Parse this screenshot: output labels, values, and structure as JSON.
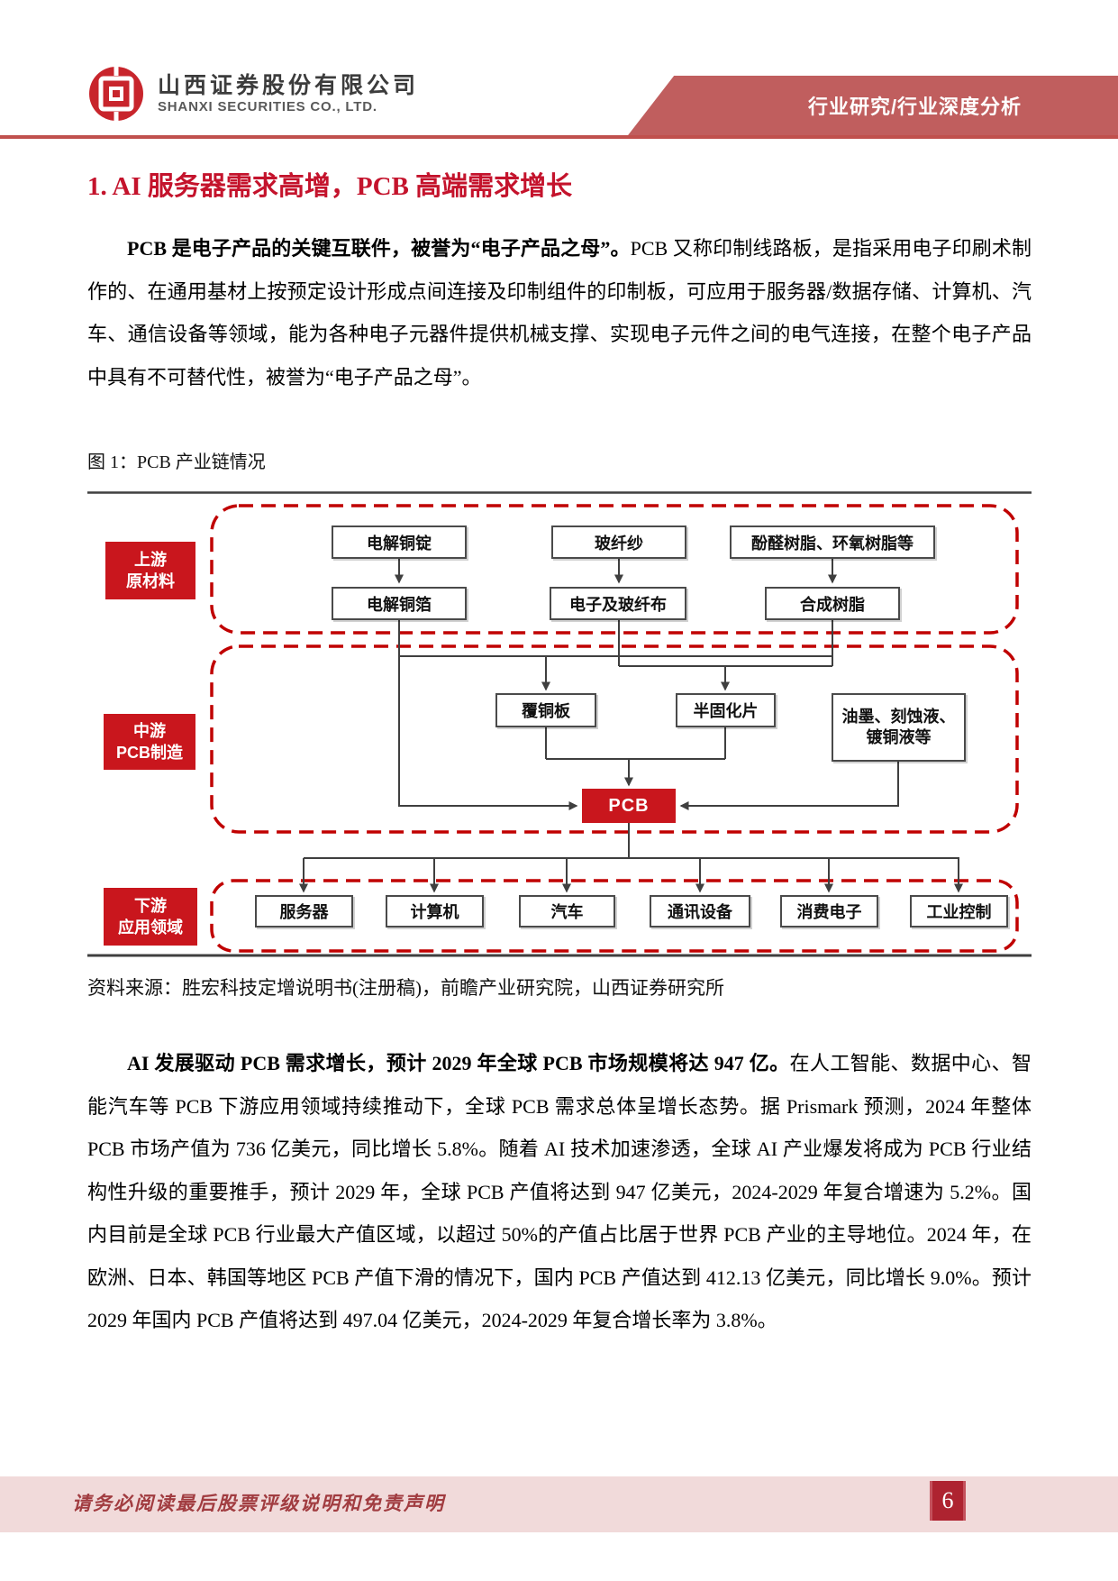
{
  "header": {
    "company_cn": "山西证券股份有限公司",
    "company_en": "SHANXI SECURITIES CO., LTD.",
    "banner": "行业研究/行业深度分析",
    "logo_icon": "shanxi-securities-emblem"
  },
  "section": {
    "title": "1. AI 服务器需求高增，PCB 高端需求增长"
  },
  "paragraph1": {
    "lead": "PCB 是电子产品的关键互联件，被誉为“电子产品之母”。",
    "rest": "PCB 又称印制线路板，是指采用电子印刷术制作的、在通用基材上按预定设计形成点间连接及印制组件的印制板，可应用于服务器/数据存储、计算机、汽车、通信设备等领域，能为各种电子元器件提供机械支撑、实现电子元件之间的电气连接，在整个电子产品中具有不可替代性，被誉为“电子产品之母”。"
  },
  "figure": {
    "caption": "图 1：PCB 产业链情况",
    "source": "资料来源：胜宏科技定增说明书(注册稿)，前瞻产业研究院，山西证券研究所",
    "stages": {
      "upstream_line1": "上游",
      "upstream_line2": "原材料",
      "midstream_line1": "中游",
      "midstream_line2": "PCB制造",
      "downstream_line1": "下游",
      "downstream_line2": "应用领域"
    },
    "nodes": {
      "copper_ingot": "电解铜锭",
      "glass_yarn": "玻纤纱",
      "phenolic_resin": "酚醛树脂、环氧树脂等",
      "copper_foil": "电解铜箔",
      "glass_cloth": "电子及玻纤布",
      "synthetic_resin": "合成树脂",
      "ccl": "覆铜板",
      "prepreg": "半固化片",
      "ink_line1": "油墨、刻蚀液、",
      "ink_line2": "镀铜液等",
      "pcb": "PCB",
      "server": "服务器",
      "computer": "计算机",
      "automobile": "汽车",
      "telecom": "通讯设备",
      "consumer_electronics": "消费电子",
      "industrial_control": "工业控制"
    }
  },
  "paragraph2": {
    "lead": "AI 发展驱动 PCB 需求增长，预计 2029 年全球 PCB 市场规模将达 947 亿。",
    "rest": "在人工智能、数据中心、智能汽车等 PCB 下游应用领域持续推动下，全球 PCB 需求总体呈增长态势。据 Prismark 预测，2024 年整体 PCB 市场产值为 736 亿美元，同比增长 5.8%。随着 AI 技术加速渗透，全球 AI 产业爆发将成为 PCB 行业结构性升级的重要推手，预计 2029 年，全球 PCB 产值将达到 947 亿美元，2024-2029 年复合增速为 5.2%。国内目前是全球 PCB 行业最大产值区域，以超过 50%的产值占比居于世界 PCB 产业的主导地位。2024 年，在欧洲、日本、韩国等地区 PCB 产值下滑的情况下，国内 PCB 产值达到 412.13 亿美元，同比增长 9.0%。预计 2029 年国内 PCB 产值将达到 497.04 亿美元，2024-2029 年复合增长率为 3.8%。"
  },
  "footer": {
    "disclaimer": "请务必阅读最后股票评级说明和免责声明",
    "page_number": "6"
  },
  "colors": {
    "accent_red": "#C9161D",
    "dashed_border_red": "#C00000",
    "banner_red": "#C05E5E",
    "header_rule_red": "#C0504D",
    "title_red": "#C4132C",
    "footer_background": "#F1DADA",
    "footer_text": "#A13C40",
    "page_badge_red": "#AE2330"
  }
}
